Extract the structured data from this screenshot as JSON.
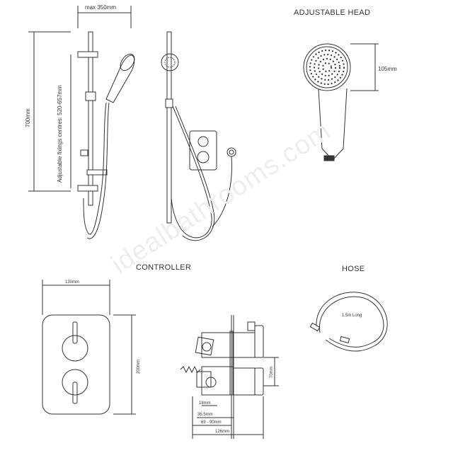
{
  "labels": {
    "max_width": "max 350mm",
    "height_700": "700mm",
    "fixing_centres": "Adjustable fixings centres: 520-657mm",
    "adjustable_head": "ADJUSTABLE HEAD",
    "head_dim": "105mm",
    "controller": "CONTROLLER",
    "controller_width": "130mm",
    "controller_height": "200mm",
    "hose": "HOSE",
    "hose_length": "1.5m Long",
    "depth_70": "70mm",
    "depth_18": "18mm",
    "depth_36": "36.5mm",
    "depth_69_90": "69 - 90mm",
    "depth_126": "126mm"
  },
  "watermark": "idealbathrooms.com",
  "colors": {
    "line": "#333333",
    "watermark": "#eeeeee"
  }
}
